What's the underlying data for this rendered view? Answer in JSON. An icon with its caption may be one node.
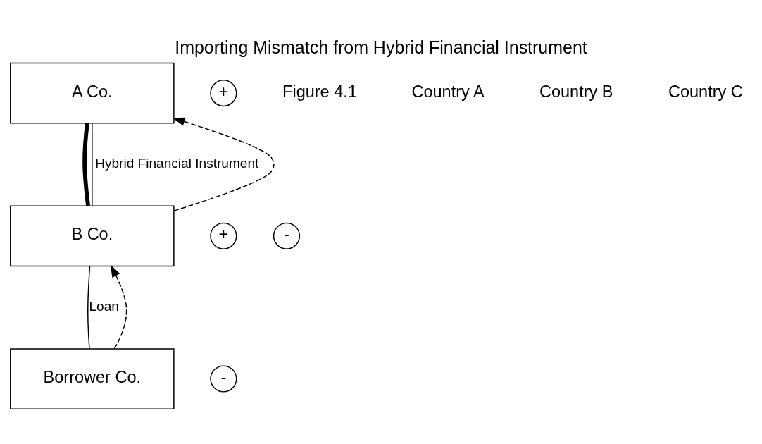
{
  "diagram": {
    "title": "Importing Mismatch from Hybrid Financial Instrument",
    "nodes": [
      {
        "text": [
          "A Co."
        ]
      },
      {
        "text": [
          "+"
        ]
      },
      {
        "text": [
          "+"
        ]
      },
      {
        "text": [
          "B Co."
        ]
      },
      {
        "text": [
          "-"
        ]
      },
      {
        "text": [
          "-"
        ]
      },
      {
        "text": [
          "Borrower Co."
        ]
      }
    ],
    "edges": [
      {
        "from": 0,
        "to": 3,
        "arrow": "none",
        "style": "thick"
      },
      {
        "from": 0,
        "to": 3,
        "arrow": "none",
        "label": "Hybrid Financial Instrument"
      },
      {
        "from": 3,
        "to": 6,
        "arrow": "none",
        "label": "Loan"
      },
      {
        "from": 3,
        "to": 0,
        "arrow": "to",
        "style": "dashed"
      },
      {
        "from": 6,
        "to": 3,
        "arrow": "to",
        "style": "dashed"
      }
    ],
    "labels": [
      "Figure 4.1",
      "Country A",
      "Country B",
      "Country C"
    ]
  }
}
